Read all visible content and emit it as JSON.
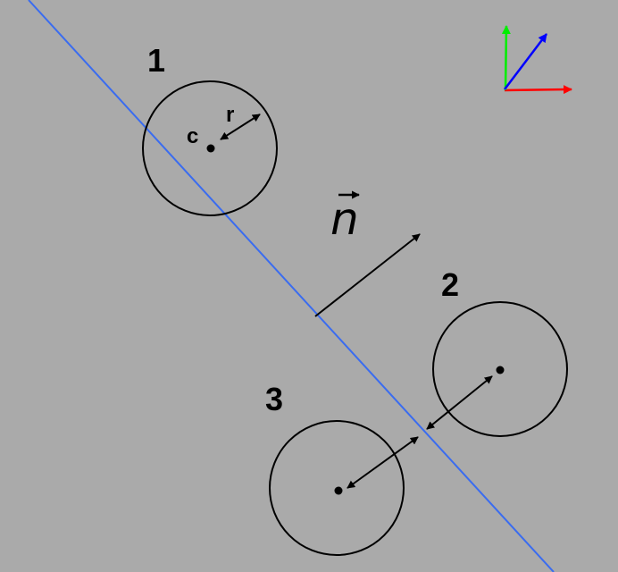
{
  "labels": {
    "sphere_1": "1",
    "sphere_2": "2",
    "sphere_3": "3",
    "center": "c",
    "radius": "r",
    "normal": "n"
  },
  "colors": {
    "background": "#aaaaaa",
    "plane_line": "#3a6cf0",
    "axis_x": "#ff0000",
    "axis_y": "#00ee00",
    "axis_z": "#0000ff",
    "outline": "#000000"
  },
  "icons": {
    "axes": "xyz-axes-icon",
    "normal_arrow": "arrow-icon"
  }
}
